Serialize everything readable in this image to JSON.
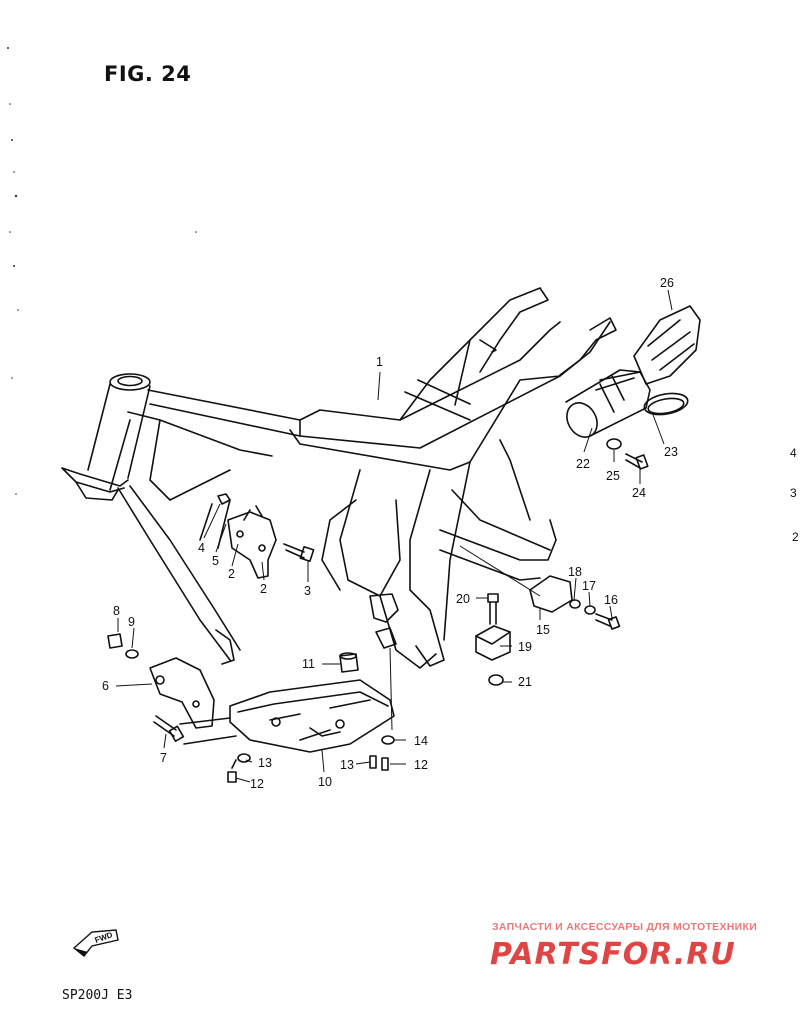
{
  "figure": {
    "title": "FIG. 24",
    "model": "SP200J  E3"
  },
  "watermark": {
    "tagline": "ЗАПЧАСТИ И АКСЕССУАРЫ ДЛЯ МОТОТЕХНИКИ",
    "logo": "PARTSFOR.RU",
    "color": "#e04545"
  },
  "fwd_label": "FWD",
  "edge_numbers": [
    "4",
    "3",
    "2"
  ],
  "callouts": [
    {
      "id": "c26",
      "text": "26"
    },
    {
      "id": "c1",
      "text": "1"
    },
    {
      "id": "c23",
      "text": "23"
    },
    {
      "id": "c22",
      "text": "22"
    },
    {
      "id": "c25",
      "text": "25"
    },
    {
      "id": "c24",
      "text": "24"
    },
    {
      "id": "c4",
      "text": "4"
    },
    {
      "id": "c5",
      "text": "5"
    },
    {
      "id": "c2a",
      "text": "2"
    },
    {
      "id": "c2b",
      "text": "2"
    },
    {
      "id": "c3",
      "text": "3"
    },
    {
      "id": "c18",
      "text": "18"
    },
    {
      "id": "c17",
      "text": "17"
    },
    {
      "id": "c16",
      "text": "16"
    },
    {
      "id": "c15",
      "text": "15"
    },
    {
      "id": "c20",
      "text": "20"
    },
    {
      "id": "c19",
      "text": "19"
    },
    {
      "id": "c21",
      "text": "21"
    },
    {
      "id": "c8",
      "text": "8"
    },
    {
      "id": "c9",
      "text": "9"
    },
    {
      "id": "c6",
      "text": "6"
    },
    {
      "id": "c7",
      "text": "7"
    },
    {
      "id": "c11",
      "text": "11"
    },
    {
      "id": "c14",
      "text": "14"
    },
    {
      "id": "c13a",
      "text": "13"
    },
    {
      "id": "c13b",
      "text": "13"
    },
    {
      "id": "c12a",
      "text": "12"
    },
    {
      "id": "c12b",
      "text": "12"
    },
    {
      "id": "c10",
      "text": "10"
    }
  ]
}
